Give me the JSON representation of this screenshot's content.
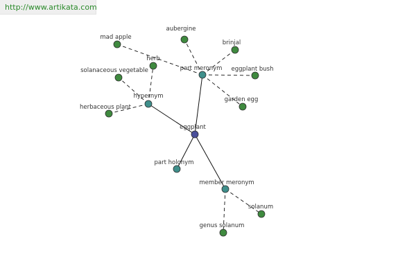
{
  "banner": {
    "url_text": "http://www.artikata.com"
  },
  "colors": {
    "center": "#4a4f9a",
    "relation": "#3f8f8b",
    "leaf": "#3f8a3f",
    "node_stroke": "#2f2f2f",
    "edge": "#111111"
  },
  "graph": {
    "center": "eggplant",
    "relations": [
      {
        "label": "hypernym",
        "children": [
          "herb",
          "solanaceous vegetable",
          "herbaceous plant"
        ]
      },
      {
        "label": "part meronym",
        "children": [
          "mad apple",
          "aubergine",
          "brinjal",
          "eggplant bush",
          "garden egg"
        ]
      },
      {
        "label": "part holonym",
        "children": []
      },
      {
        "label": "member meronym",
        "children": [
          "solanum",
          "genus solanum"
        ]
      }
    ]
  }
}
